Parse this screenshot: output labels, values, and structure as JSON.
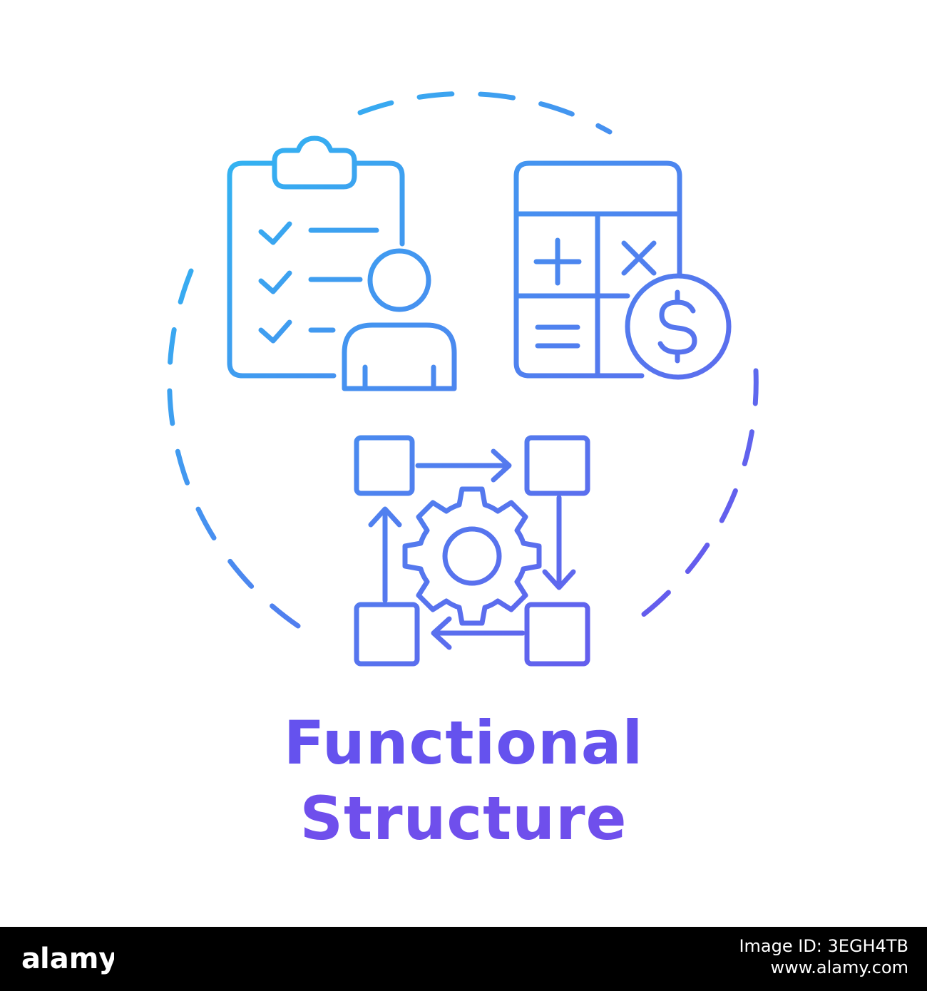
{
  "caption": {
    "line1": "Functional",
    "line2": "Structure"
  },
  "watermark": {
    "logo_text": "alamy",
    "image_id": "Image ID: 3EGH4TB",
    "site": "www.alamy.com"
  },
  "icons": {
    "checklist": "clipboard-checklist-person-icon",
    "calculator": "calculator-dollar-icon",
    "process": "workflow-gear-icon"
  },
  "colors": {
    "gradient_start": "#29c4f2",
    "gradient_end": "#7245ec",
    "background": "#ffffff",
    "watermark_bar": "#000000"
  }
}
